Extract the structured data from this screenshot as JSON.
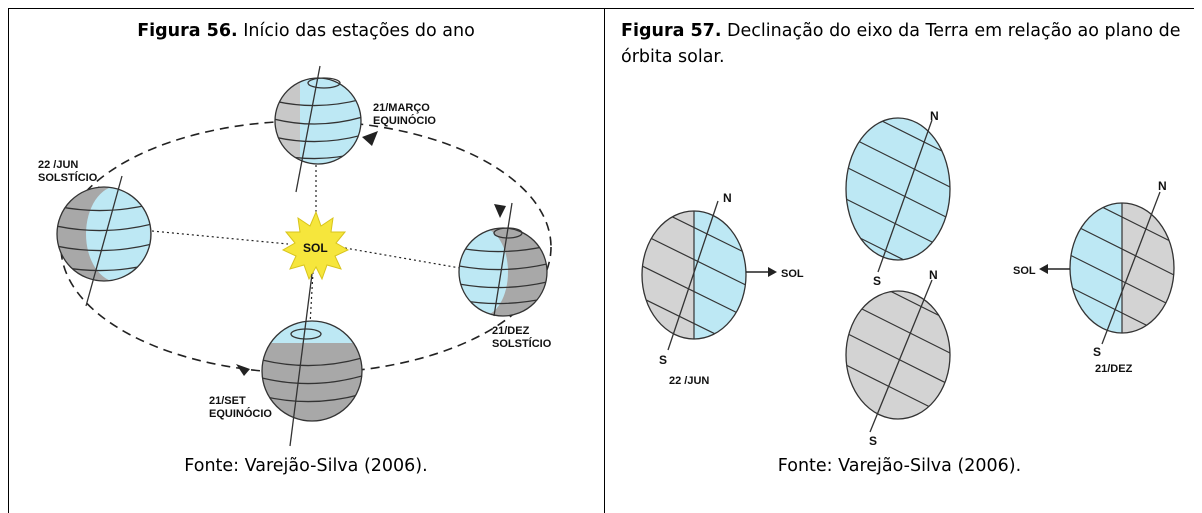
{
  "fig56": {
    "label": "Figura 56.",
    "title": " Início das estações do ano",
    "labels": {
      "marco_date": "21/MARÇO",
      "marco_event": "EQUINÓCIO",
      "jun_date": "22 /JUN",
      "jun_event": "SOLSTÍCIO",
      "sol": "SOL",
      "dez_date": "21/DEZ",
      "dez_event": "SOLSTÍCIO",
      "set_date": "21/SET",
      "set_event": "EQUINÓCIO"
    },
    "source": "Fonte: Varejão-Silva (2006)."
  },
  "fig57": {
    "label": "Figura 57.",
    "title": " Declinação do eixo da Terra em relação ao plano de órbita solar.",
    "labels": {
      "n": "N",
      "s": "S",
      "sol": "SOL",
      "jun": "22 /JUN",
      "dez": "21/DEZ"
    },
    "source": "Fonte: Varejão-Silva (2006)."
  },
  "colors": {
    "lit": "#bde8f4",
    "shade": "#d3d3d3",
    "dark": "#9a9a9a",
    "sun": "#f6e63c"
  }
}
